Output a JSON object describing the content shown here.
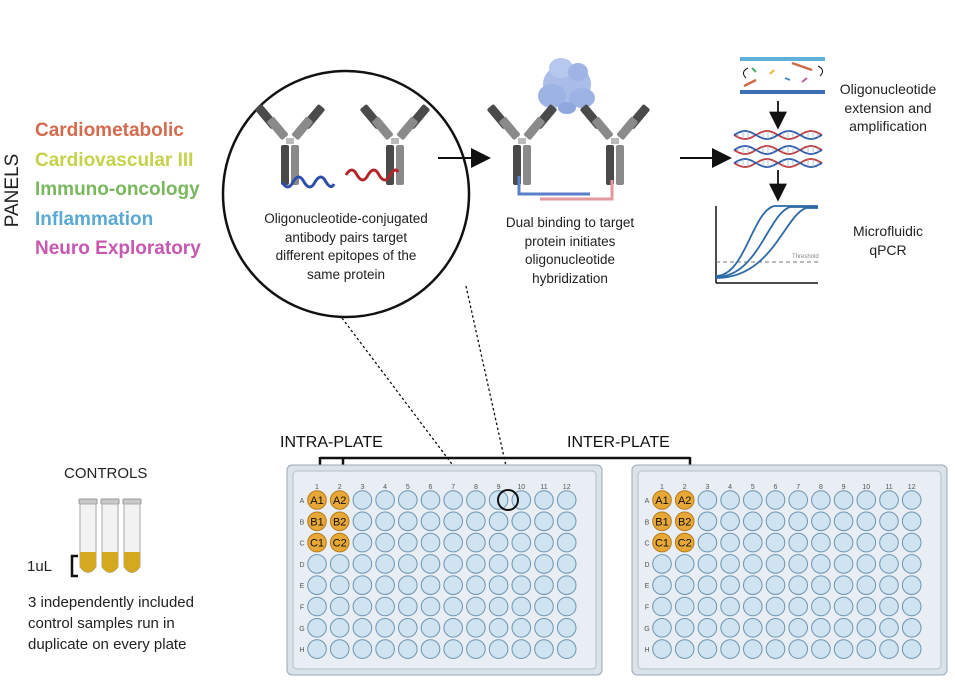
{
  "panels": {
    "axis_label": "PANELS",
    "items": [
      {
        "label": "Cardiometabolic",
        "color": "#d46b4f"
      },
      {
        "label": "Cardiovascular III",
        "color": "#c5d24a"
      },
      {
        "label": "Immuno-oncology",
        "color": "#79b85c"
      },
      {
        "label": "Inflammation",
        "color": "#5aa9d2"
      },
      {
        "label": "Neuro Exploratory",
        "color": "#c757b0"
      }
    ]
  },
  "steps": {
    "circle_caption": [
      "Oligonucleotide-conjugated",
      "antibody pairs target",
      "different epitopes of the",
      "same protein"
    ],
    "binding_caption": [
      "Dual binding to target",
      "protein initiates",
      "oligonucleotide",
      "hybridization"
    ],
    "extension_caption": [
      "Oligonucleotide",
      "extension and",
      "amplification"
    ],
    "qpcr_caption": [
      "Microfluidic",
      "qPCR"
    ],
    "threshold_label": "Threshold"
  },
  "plates": {
    "intra_label": "INTRA-PLATE",
    "inter_label": "INTER-PLATE",
    "columns": [
      "1",
      "2",
      "3",
      "4",
      "5",
      "6",
      "7",
      "8",
      "9",
      "10",
      "11",
      "12"
    ],
    "rows": [
      "A",
      "B",
      "C",
      "D",
      "E",
      "F",
      "G",
      "H"
    ],
    "highlighted_wells": [
      "A1",
      "A2",
      "B1",
      "B2",
      "C1",
      "C2"
    ],
    "well_color": "#cfe3f1",
    "highlight_color": "#e8a838"
  },
  "controls": {
    "title": "CONTROLS",
    "volume": "1uL",
    "description": [
      "3 independently included",
      "control samples run in",
      "duplicate on every plate"
    ]
  }
}
